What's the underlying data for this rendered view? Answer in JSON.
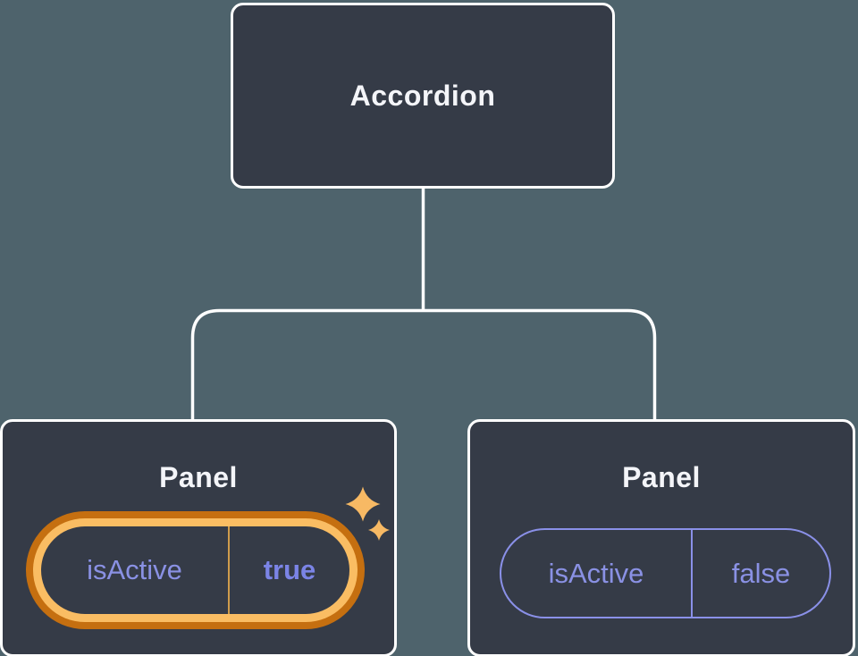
{
  "diagram": {
    "type": "component-tree",
    "background_color": "#4E636C",
    "node_fill": "#353B47",
    "node_border_color": "#FFFFFF",
    "connector_color": "#FFFFFF",
    "title_color": "#F4F5F9",
    "root": {
      "label": "Accordion"
    },
    "children": [
      {
        "label": "Panel",
        "state": {
          "key": "isActive",
          "value": "true"
        },
        "highlighted": true,
        "highlight_colors": {
          "outer_ring": "#C56F10",
          "inner_ring": "#FABD63",
          "divider": "#CF9C4C",
          "sparkles": "#F7B964"
        },
        "text_colors": {
          "key": "#8A91E4",
          "value": "#7B84E6"
        }
      },
      {
        "label": "Panel",
        "state": {
          "key": "isActive",
          "value": "false"
        },
        "highlighted": false,
        "pill_border_color": "#8A90E8",
        "divider_color": "#8A90E8",
        "text_colors": {
          "key": "#8A91E4",
          "value": "#8A91E4"
        }
      }
    ]
  }
}
